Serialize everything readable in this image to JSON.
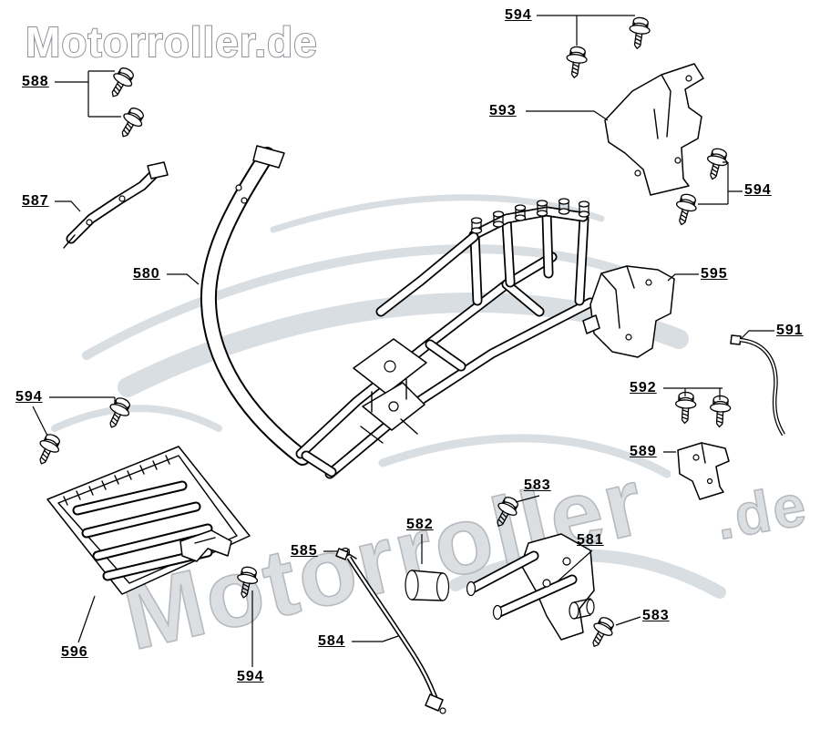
{
  "watermark": {
    "logo": "Motorroller.de",
    "diagonal": "Motorroller",
    "suffix": ".de"
  },
  "part_labels": [
    "594",
    "588",
    "593",
    "594",
    "587",
    "580",
    "595",
    "591",
    "594",
    "592",
    "589",
    "583",
    "582",
    "581",
    "585",
    "583",
    "584",
    "596",
    "594"
  ],
  "colors": {
    "line": "#000000",
    "watermark_gray": "#d7dadd",
    "swoosh_gray": "#ccd3da",
    "background": "#ffffff"
  }
}
